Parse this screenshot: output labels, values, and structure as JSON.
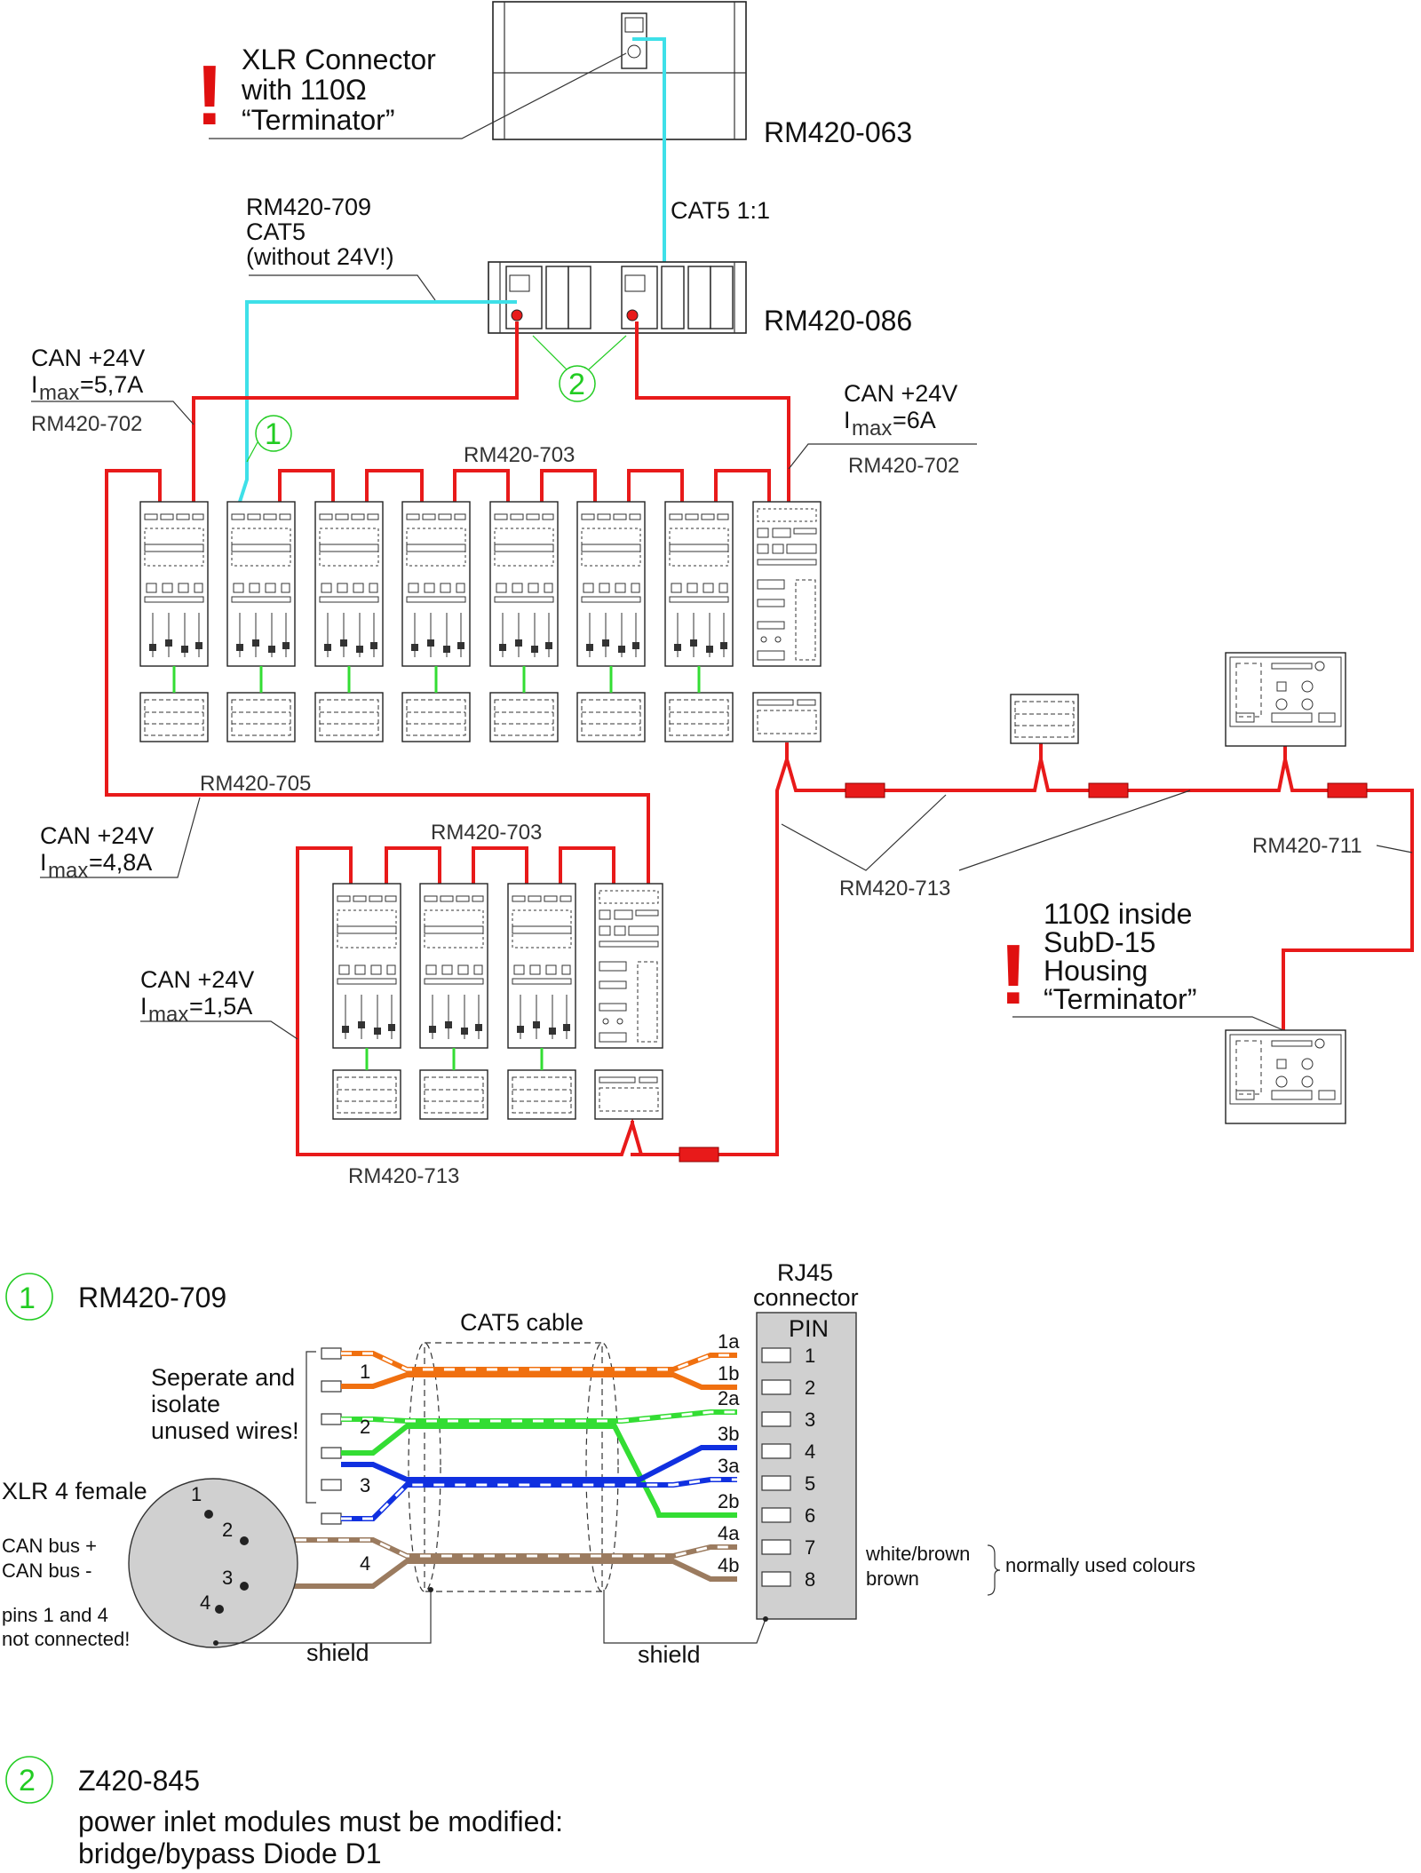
{
  "labels": {
    "xlr_connector": "XLR Connector",
    "with_110": "with 110Ω",
    "terminator_q": "“Terminator”",
    "rm420_063": "RM420-063",
    "rm420_709": "RM420-709",
    "cat5": "CAT5",
    "without_24v": "(without 24V!)",
    "cat5_1_1": "CAT5 1:1",
    "rm420_086": "RM420-086",
    "can_24v": "CAN +24V",
    "imax_57": "=5,7A",
    "imax_6": "=6A",
    "imax_48": "=4,8A",
    "imax_15": "=1,5A",
    "imax_I": "I",
    "imax_sub": "max",
    "rm420_702": "RM420-702",
    "rm420_703": "RM420-703",
    "rm420_705": "RM420-705",
    "rm420_713": "RM420-713",
    "rm420_711": "RM420-711",
    "inside_110": "110Ω inside",
    "subd15": "SubD-15",
    "housing": "Housing",
    "terminator": "“Terminator”",
    "num1": "1",
    "num2": "2"
  },
  "legend": {
    "item1_num": "1",
    "item1_title": "RM420-709",
    "cat5_cable": "CAT5 cable",
    "rj45": "RJ45",
    "connector": "connector",
    "pin_header": "PIN",
    "separate_1": "Seperate and",
    "separate_2": "isolate",
    "separate_3": "unused wires!",
    "xlr4": "XLR 4 female",
    "canbus_plus": "CAN bus +",
    "canbus_minus": "CAN bus -",
    "pins_nc_1": "pins 1 and 4",
    "pins_nc_2": "not connected!",
    "shield": "shield",
    "white_brown": "white/brown",
    "brown": "brown",
    "normally_used": "normally used colours",
    "wire_pairs": [
      "1",
      "2",
      "3",
      "4"
    ],
    "wire_ends": [
      "1a",
      "1b",
      "2a",
      "3b",
      "3a",
      "2b",
      "4a",
      "4b"
    ],
    "rj45_pins": [
      "1",
      "2",
      "3",
      "4",
      "5",
      "6",
      "7",
      "8"
    ],
    "xlr_pins": [
      "1",
      "2",
      "3",
      "4"
    ],
    "item2_num": "2",
    "item2_title": "Z420-845",
    "item2_line1": "power inlet modules must be modified:",
    "item2_line2": "bridge/bypass Diode D1"
  },
  "colors": {
    "can_power": "#e81a1a",
    "cat5": "#3ee0e8",
    "link": "#33dd33",
    "warning": "#e01010",
    "orange": "#f07010",
    "green": "#33dd33",
    "blue": "#1030e0",
    "brown": "#9b7b5f"
  }
}
